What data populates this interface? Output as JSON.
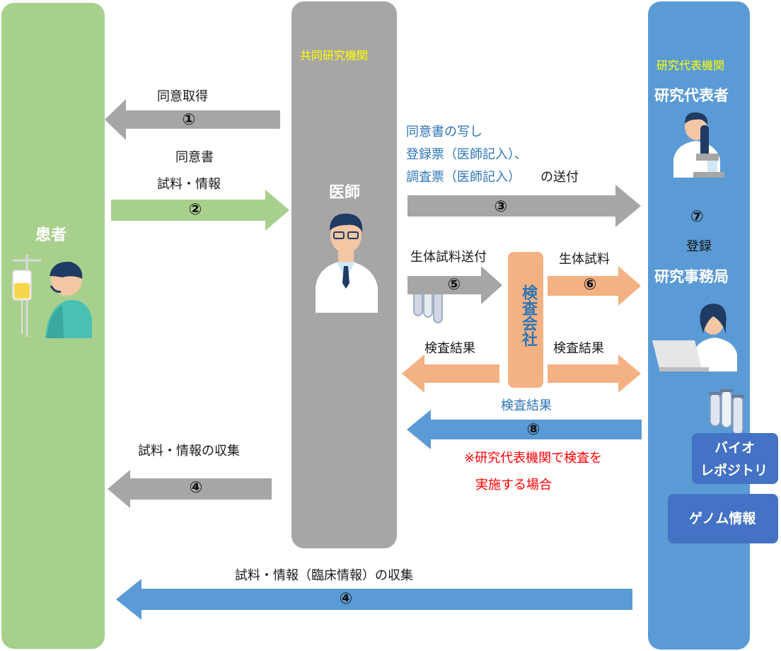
{
  "colors": {
    "patient": "#a8d08d",
    "physician": "#a6a6a6",
    "research": "#5b9bd5",
    "lab": "#f4b183",
    "blue_text": "#2e75b6",
    "yellow_text": "#ffff00",
    "red_text": "#ff0000",
    "box_blue": "#4472c4"
  },
  "columns": {
    "patient": {
      "title": "患者"
    },
    "physician": {
      "org": "共同研究機関",
      "title": "医師"
    },
    "research": {
      "org": "研究代表機関",
      "lead": "研究代表者",
      "office": "研究事務局",
      "register": "登録",
      "num7": "⑦"
    }
  },
  "lab_company": "検査会社",
  "boxes": {
    "biorepo_line1": "バイオ",
    "biorepo_line2": "レポジトリ",
    "genome": "ゲノム情報"
  },
  "arrows": {
    "a1": {
      "label": "同意取得",
      "num": "①"
    },
    "a2": {
      "label1": "同意書",
      "label2": "試料・情報",
      "num": "②"
    },
    "a3": {
      "label1": "同意書の写し",
      "label2": "登録票（医師記入）、",
      "label3a": "調査票（医師記入）",
      "label3b": "の送付",
      "num": "③"
    },
    "a4a": {
      "label": "試料・情報の収集",
      "num": "④"
    },
    "a4b": {
      "label": "試料・情報（臨床情報）の収集",
      "num": "④"
    },
    "a5": {
      "label": "生体試料送付",
      "num": "⑤"
    },
    "a6": {
      "label": "生体試料",
      "num": "⑥"
    },
    "res_left": {
      "label": "検査結果"
    },
    "res_right": {
      "label": "検査結果"
    },
    "a8": {
      "label": "検査結果",
      "num": "⑧"
    }
  },
  "note": {
    "line1": "※研究代表機関で検査を",
    "line2": "実施する場合"
  },
  "icons": [
    "patient-iv-icon",
    "doctor-icon",
    "researcher-microscope-icon",
    "office-worker-laptop-icon",
    "test-tube-icon"
  ]
}
